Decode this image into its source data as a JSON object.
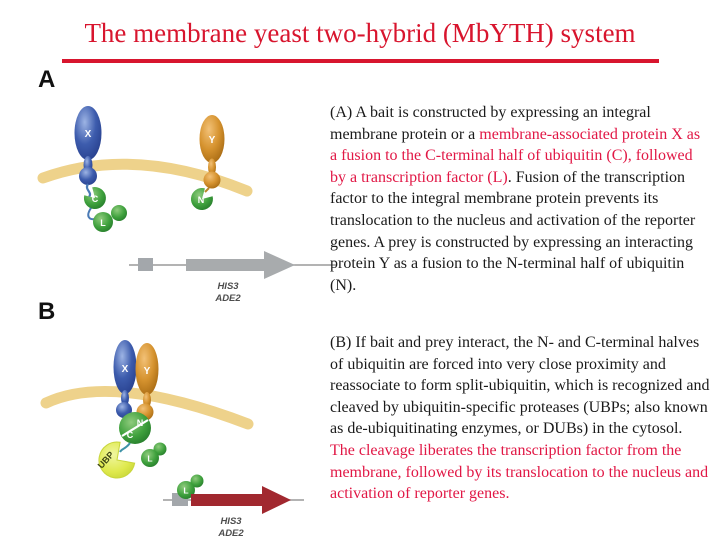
{
  "title": "The membrane yeast two-hybrid (MbYTH) system",
  "colors": {
    "title_red": "#d8152e",
    "body_red": "#e11745",
    "membrane_tan": "#eed28b",
    "protein_blue": "#3d5cad",
    "protein_orange": "#d6932f",
    "ubiquitin_green": "#3fa13d",
    "ubp_lime": "#dfe94d",
    "gene_gray": "#a8abad",
    "active_gene_red": "#a1282f"
  },
  "panel_a": {
    "label": "A",
    "diagram": {
      "protein_x": "X",
      "protein_y": "Y",
      "c_ubiquitin": "C",
      "n_ubiquitin": "N",
      "transcription_factor": "L",
      "genes": [
        "HIS3",
        "ADE2"
      ]
    },
    "caption": {
      "black1": "(A) A bait is constructed by expressing an integral membrane protein or a ",
      "red": "membrane-associated protein X as a fusion to the C-terminal half of ubiquitin (C), followed by a transcription factor (L)",
      "black2": ". Fusion of the transcription factor to the integral membrane protein prevents its translocation to the nucleus and activation of the reporter genes. A prey is constructed by expressing an interacting protein Y as a fusion to the N-terminal half of ubiquitin (N)."
    }
  },
  "panel_b": {
    "label": "B",
    "diagram": {
      "protein_x": "X",
      "protein_y": "Y",
      "n_ubiquitin": "N",
      "c_ubiquitin": "C",
      "ubp_enzyme": "UBP",
      "transcription_factor": "L",
      "liberated_factor": "L",
      "genes": [
        "HIS3",
        "ADE2"
      ]
    },
    "caption": {
      "black1": "(B) If bait and prey interact, the N- and C-terminal halves of ubiquitin are forced into very close proximity and reassociate to form split-ubiquitin, which is recognized and cleaved by ubiquitin-specific proteases (UBPs; also known as de-ubiquitinating enzymes, or DUBs) in the cytosol. ",
      "red": "The cleavage liberates the transcription factor from the membrane, followed by its translocation to the nucleus and activation of reporter genes."
    }
  }
}
